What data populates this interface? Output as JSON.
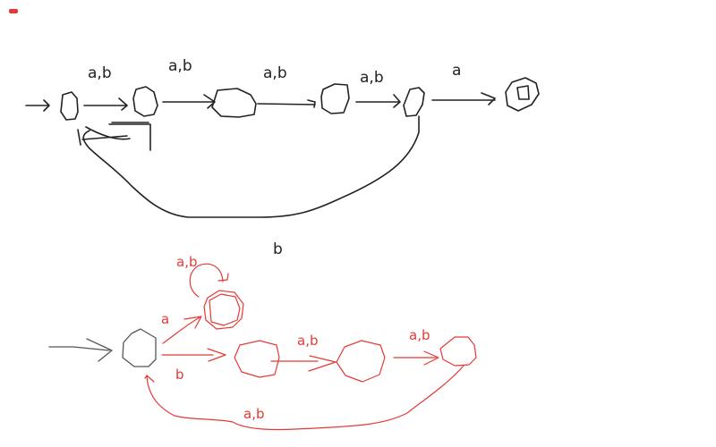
{
  "colors": {
    "ink": "#222222",
    "pen": "#e53935",
    "background": "#ffffff"
  },
  "top_automaton": {
    "edge_labels": [
      "a,b",
      "a,b",
      "a,b",
      "a,b",
      "a",
      "b"
    ]
  },
  "bottom_automaton": {
    "edge_labels": [
      "a,b",
      "a",
      "b",
      "a,b",
      "a,b",
      "a,b"
    ]
  }
}
